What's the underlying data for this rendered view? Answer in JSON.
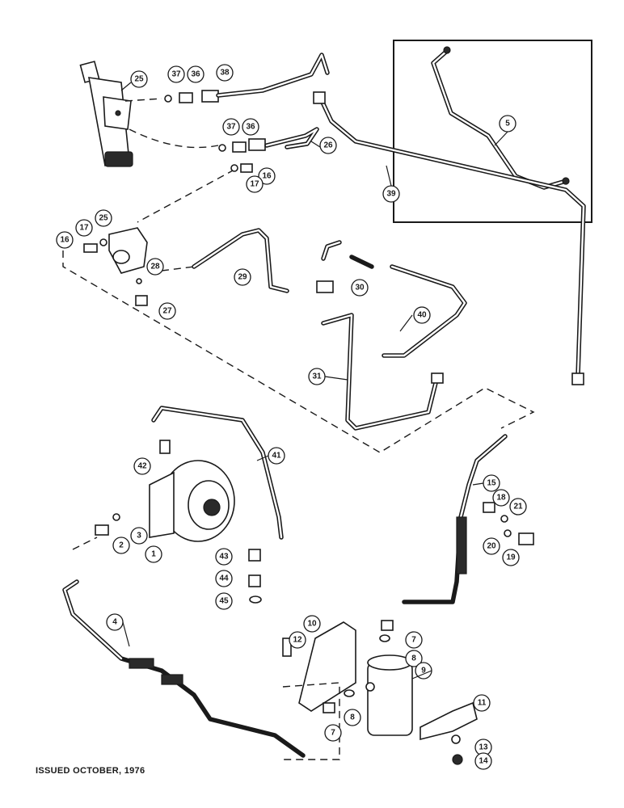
{
  "footer": {
    "issued": "ISSUED OCTOBER, 1976"
  },
  "callouts": [
    "25",
    "37",
    "36",
    "38",
    "37",
    "36",
    "26",
    "16",
    "17",
    "39",
    "5",
    "25",
    "17",
    "16",
    "28",
    "29",
    "27",
    "30",
    "40",
    "31",
    "42",
    "41",
    "15",
    "18",
    "21",
    "3",
    "2",
    "1",
    "20",
    "19",
    "43",
    "44",
    "45",
    "4",
    "10",
    "7",
    "12",
    "8",
    "9",
    "8",
    "11",
    "7",
    "13",
    "14"
  ]
}
